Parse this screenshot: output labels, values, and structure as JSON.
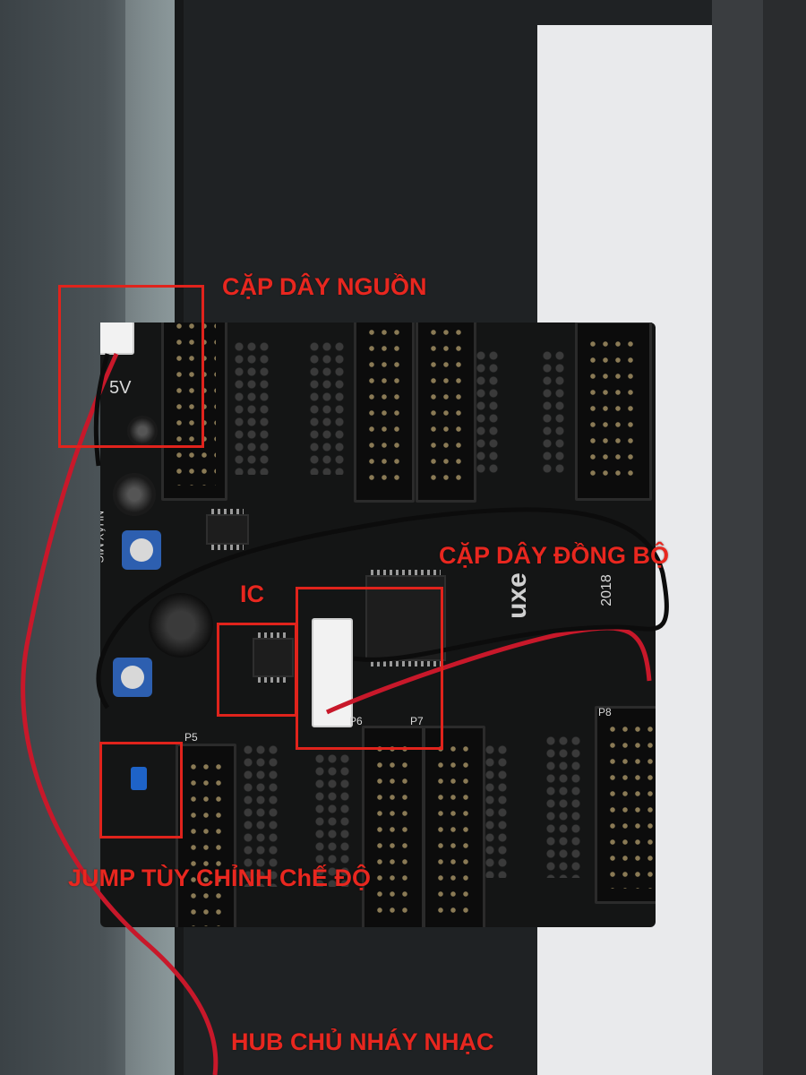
{
  "annotations": {
    "power_cable": "CẶP DÂY NGUỒN",
    "sync_cable": "CẶP DÂY ĐỒNG BỘ",
    "ic": "IC",
    "jumper_mode": "JUMP TÙY CHỈNH ChẾ ĐỘ",
    "caption": "HUB CHỦ  NHÁY NHẠC"
  },
  "board_markings": {
    "voltage": "5V",
    "mic": "NHÁY MIC",
    "year": "2018",
    "brand": "uxe",
    "header_p5": "P5",
    "header_p6": "P6",
    "header_p7": "P7",
    "header_p8": "P8"
  },
  "colors": {
    "annotation_red": "#e0231c",
    "pcb_black": "#141515",
    "pot_blue": "#2d5fb0"
  }
}
